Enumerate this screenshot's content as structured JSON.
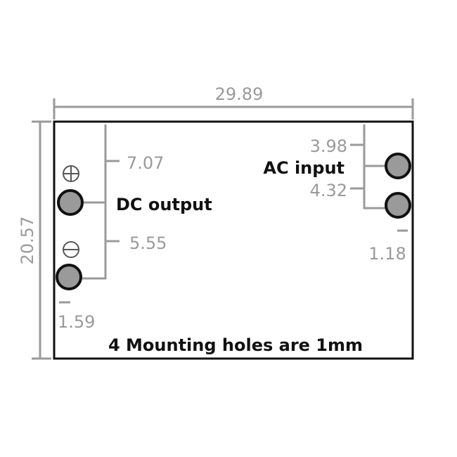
{
  "dimensions": {
    "width": "29.89",
    "height": "20.57",
    "dc_top_offset": "7.07",
    "dc_spacing": "5.55",
    "dc_pin_margin": "1.59",
    "ac_top_offset": "3.98",
    "ac_spacing": "4.32",
    "ac_pin_margin": "1.18"
  },
  "labels": {
    "dc_output": "DC output",
    "ac_input": "AC input",
    "mounting_note": "4 Mounting holes are 1mm"
  },
  "colors": {
    "dimension_text": "#9a9a9a",
    "outline": "#111111",
    "pin_fill": "#9a9a9a"
  },
  "icons": {
    "positive_terminal": "circled-plus-icon",
    "negative_terminal": "circled-minus-icon"
  }
}
